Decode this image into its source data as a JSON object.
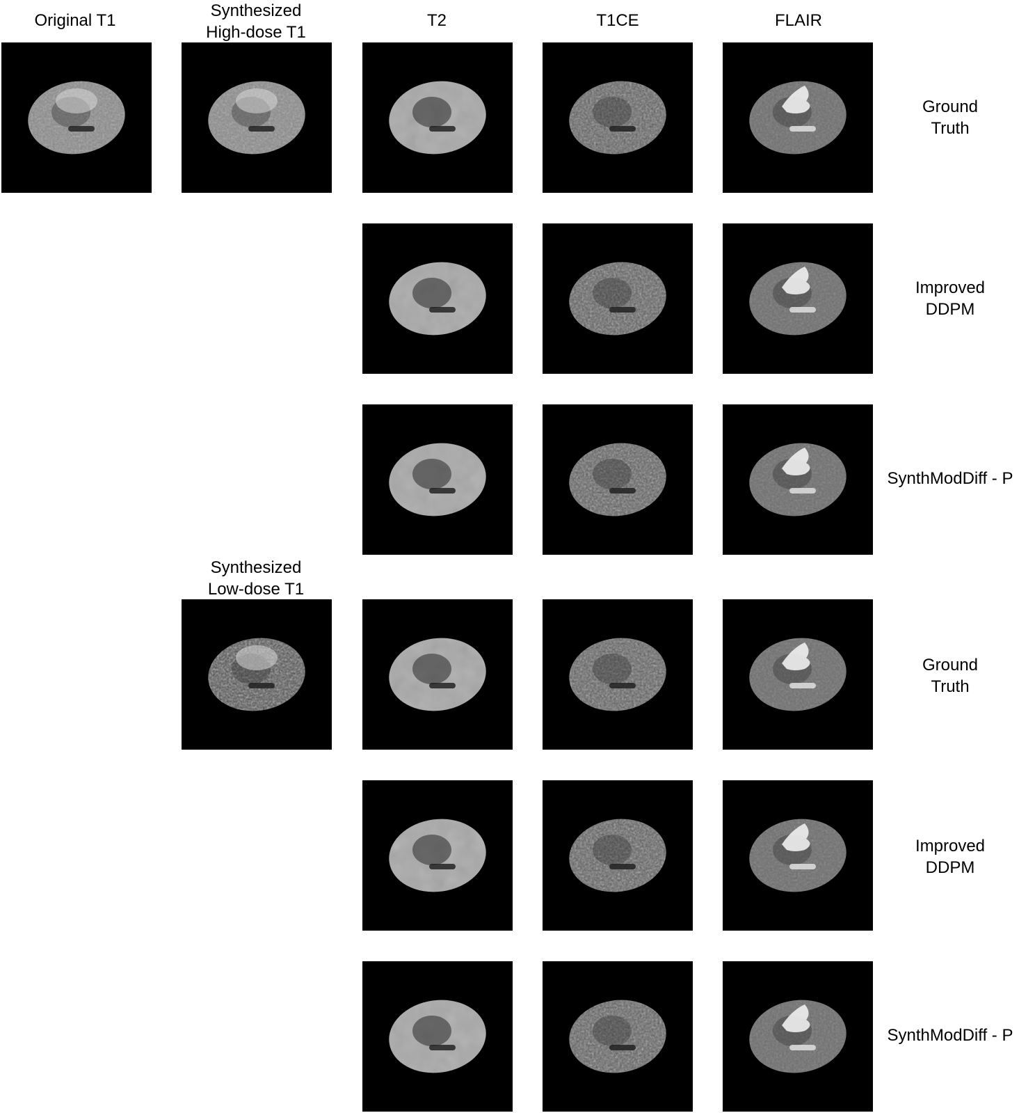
{
  "columns": {
    "original_t1": "Original T1",
    "synth_high": [
      "Synthesized",
      "High-dose T1"
    ],
    "t2": "T2",
    "t1ce": "T1CE",
    "flair": "FLAIR"
  },
  "synth_low": [
    "Synthesized",
    "Low-dose T1"
  ],
  "rows": [
    {
      "label": [
        "Ground",
        "Truth"
      ]
    },
    {
      "label": [
        "Improved",
        "DDPM"
      ]
    },
    {
      "label": [
        "SynthModDiff - P",
        ""
      ]
    },
    {
      "label": [
        "Ground",
        "Truth"
      ]
    },
    {
      "label": [
        "Improved",
        "DDPM"
      ]
    },
    {
      "label": [
        "SynthModDiff - P",
        ""
      ]
    }
  ]
}
